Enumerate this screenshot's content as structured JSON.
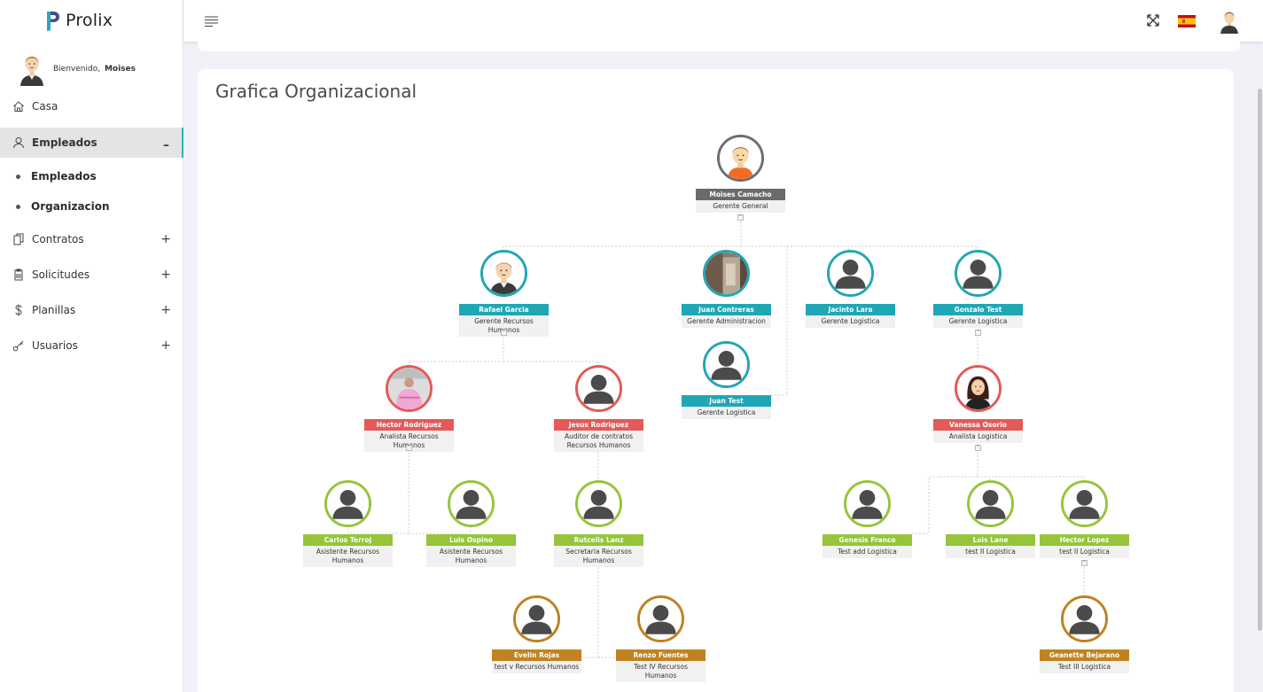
{
  "app": {
    "name": "Prolix"
  },
  "sidebar": {
    "welcome_prefix": "Bienvenido,",
    "user_name": "Moises",
    "items": [
      {
        "label": "Casa",
        "toggle": ""
      },
      {
        "label": "Empleados",
        "toggle": "–"
      },
      {
        "label": "Contratos",
        "toggle": "+"
      },
      {
        "label": "Solicitudes",
        "toggle": "+"
      },
      {
        "label": "Planillas",
        "toggle": "+"
      },
      {
        "label": "Usuarios",
        "toggle": "+"
      }
    ],
    "subitems": [
      {
        "label": "Empleados"
      },
      {
        "label": "Organizacion"
      }
    ]
  },
  "page": {
    "title": "Grafica Organizacional"
  },
  "org": {
    "moises": {
      "name": "Moises Camacho",
      "role": "Gerente General"
    },
    "rafael": {
      "name": "Rafael Garcia",
      "role": "Gerente Recursos Humanos"
    },
    "juanc": {
      "name": "Juan Contreras",
      "role": "Gerente Administracion"
    },
    "jacinto": {
      "name": "Jacinto Lara",
      "role": "Gerente Logistica"
    },
    "gonzalo": {
      "name": "Gonzalo Test",
      "role": "Gerente Logistica"
    },
    "juant": {
      "name": "Juan Test",
      "role": "Gerente Logistica"
    },
    "hector": {
      "name": "Hector Rodriguez",
      "role": "Analista Recursos Humanos"
    },
    "jesus": {
      "name": "Jesus Rodriguez",
      "role": "Auditor de contratos Recursos Humanos"
    },
    "vanessa": {
      "name": "Vanessa Osorio",
      "role": "Analista Logistica"
    },
    "carlos": {
      "name": "Carlos Terroj",
      "role": "Asistente Recursos Humanos"
    },
    "luis": {
      "name": "Luis Ospino",
      "role": "Asistente Recursos Humanos"
    },
    "rutcelis": {
      "name": "Rutcelis Lanz",
      "role": "Secretaria Recursos Humanos"
    },
    "genesis": {
      "name": "Genesis Franco",
      "role": "Test add Logistica"
    },
    "lois": {
      "name": "Lois Lane",
      "role": "test II Logistica"
    },
    "hectorl": {
      "name": "Hector Lopez",
      "role": "test II Logistica"
    },
    "evelin": {
      "name": "Evelin Rojas",
      "role": "test v Recursos Humanos"
    },
    "renzo": {
      "name": "Renzo Fuentes",
      "role": "Test IV Recursos Humanos"
    },
    "geanette": {
      "name": "Geanette Bejarano",
      "role": "Test III Logistica"
    },
    "toggle_symbol": "^"
  },
  "icons": {
    "menu": "hamburger-menu-icon",
    "fullscreen": "fullscreen-icon",
    "flag": "spain-flag-icon",
    "user": "user-avatar-icon"
  },
  "colors": {
    "level0": "#6a6a6e",
    "level1": "#1fa7b5",
    "level2": "#e35a58",
    "level3": "#96c43a",
    "level4": "#c08321",
    "accent": "#2bb3c0"
  }
}
